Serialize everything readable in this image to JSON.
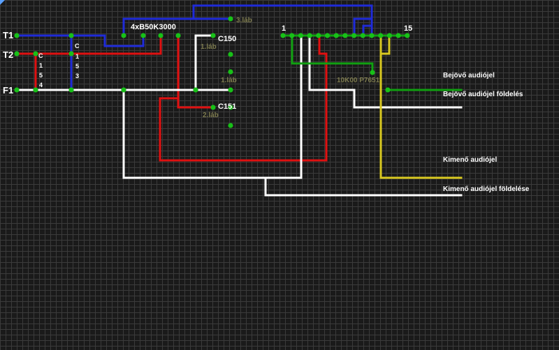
{
  "colors": {
    "background": "#1a1a1a",
    "grid": "#3b3b3b",
    "wire_blue": "#1f2bd8",
    "wire_red": "#e01010",
    "wire_white": "#ffffff",
    "wire_green": "#10a010",
    "wire_yellow": "#d8c820",
    "node_green": "#18c018",
    "label_olive": "#7c7a4e"
  },
  "pins": {
    "t1": "T1",
    "t2": "T2",
    "f1": "F1"
  },
  "connector": {
    "c_left": {
      "letter": "C",
      "digits": [
        "1",
        "5",
        "4"
      ]
    },
    "c_right": {
      "letter": "C",
      "digits": [
        "1",
        "5",
        "3"
      ]
    }
  },
  "parts": {
    "ic": "4xB50K3000",
    "c150": "C150",
    "c151": "C151",
    "potmeter": "10K00 P7651",
    "pin_first": "1",
    "pin_last": "15"
  },
  "leg_labels": {
    "leg3": "3.láb",
    "leg1_top": "1.láb",
    "leg1_mid": "1.láb",
    "leg2": "2.láb"
  },
  "signals": {
    "input": "Bejövő audiójel",
    "input_ground": "Bejövő audiójel földelés",
    "output": "Kimenő audiójel",
    "output_ground": "Kimenő audiójel földelése"
  }
}
